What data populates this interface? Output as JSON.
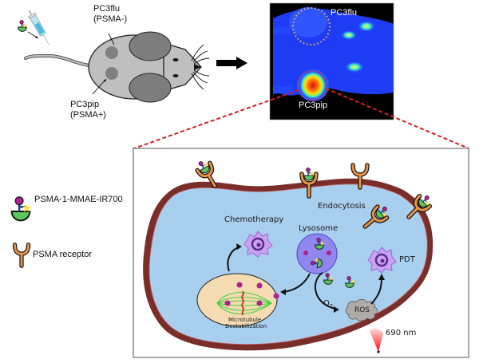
{
  "figure": {
    "mouse_panel": {
      "tumor_top_label": [
        "PC3flu",
        "(PSMA-)"
      ],
      "tumor_bottom_label": [
        "PC3pip",
        "(PSMA+)"
      ]
    },
    "imaging_panel": {
      "label_top": "PC3flu",
      "label_bottom": "PC3pip"
    },
    "legend": {
      "items": [
        {
          "icon": "psma-conjugate-icon",
          "label": "PSMA-1-MMAE-IR700"
        },
        {
          "icon": "psma-receptor-icon",
          "label": "PSMA receptor"
        }
      ]
    },
    "cell_panel": {
      "labels": {
        "chemotherapy": "Chemotherapy",
        "endocytosis": "Endocytosis",
        "lysosome": "Lysosome",
        "pdt": "PDT",
        "microtubule_line1": "Microtubule",
        "microtubule_line2": "Destabilization",
        "oxygen": "O",
        "oxygen_sub": "2",
        "ros": "ROS",
        "light": "690 nm"
      }
    },
    "colors": {
      "membrane": "#7a2e2a",
      "cytoplasm": "#a9cfee",
      "receptor": "#e8954a",
      "drug_cup": "#5cc75c",
      "drug_head": "#b0208f",
      "lysosome": "#8f86ee",
      "nucleus": "#f5dcb2",
      "spindle": "#3fd13f",
      "zoom_lines": "#d42020",
      "laser": "#ff1a1a"
    }
  }
}
